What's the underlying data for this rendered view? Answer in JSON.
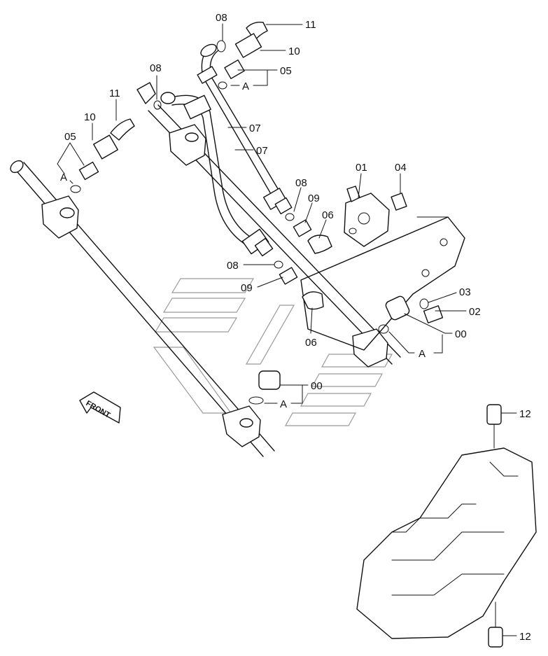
{
  "callouts": {
    "c08_top": "08",
    "c11_top": "11",
    "c10_top": "10",
    "c05_top": "05",
    "cA_top": "A",
    "c08_mid": "08",
    "c11_left": "11",
    "c10_left": "10",
    "c05_left": "05",
    "cA_left": "A",
    "c07_upper": "07",
    "c07_lower": "07",
    "c01": "01",
    "c04": "04",
    "c08_right": "08",
    "c09_right": "09",
    "c06_right": "06",
    "c08_lower": "08",
    "c09_lower": "09",
    "c06_lower": "06",
    "c03": "03",
    "c02": "02",
    "c00_right": "00",
    "cA_right": "A",
    "c00_bottom": "00",
    "cA_bottom": "A",
    "c12_top": "12",
    "c12_bottom": "12"
  },
  "front_marker": "FRONT"
}
